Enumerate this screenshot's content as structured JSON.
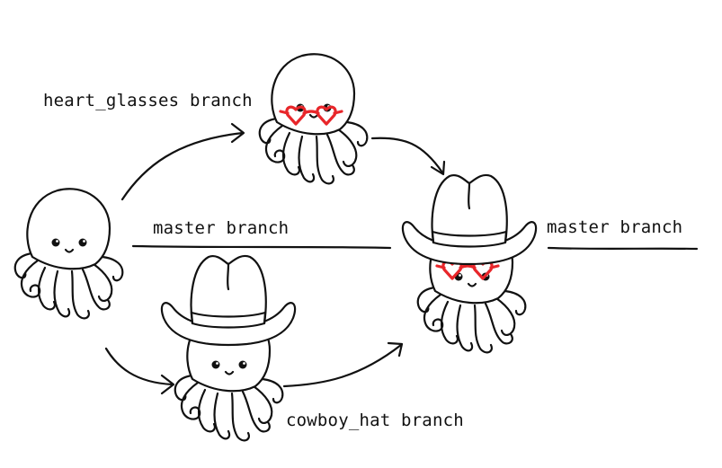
{
  "labels": {
    "heart_glasses": "heart_glasses branch",
    "master_left": "master branch",
    "master_right": "master branch",
    "cowboy_hat": "cowboy_hat branch"
  },
  "colors": {
    "ink": "#111111",
    "glasses": "#e8262a",
    "background": "#ffffff"
  },
  "icons": [
    "octopus-icon",
    "heart-glasses-icon",
    "cowboy-hat-icon",
    "arrow-icon"
  ]
}
